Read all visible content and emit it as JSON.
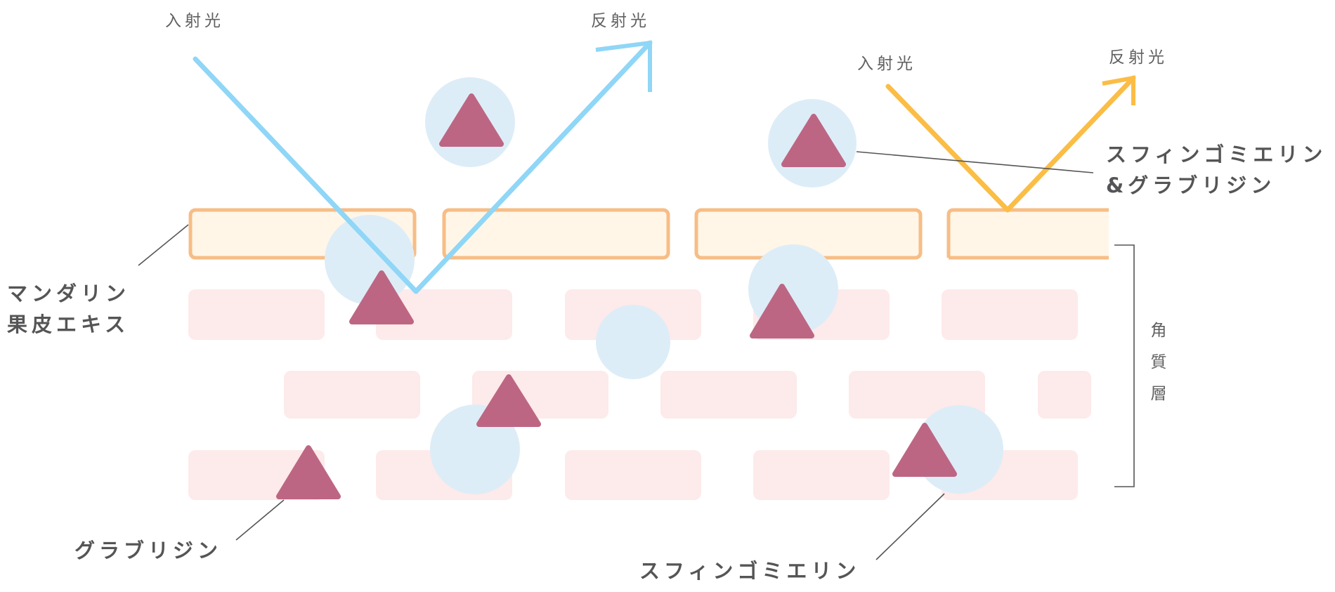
{
  "labels": {
    "incident_left": "入射光",
    "reflected_left": "反射光",
    "incident_right": "入射光",
    "reflected_right": "反射光",
    "sphingo_glabri_line1": "スフィンゴミエリン",
    "sphingo_glabri_line2": "&グラブリジン",
    "mandarin_line1": "マンダリン",
    "mandarin_line2": "果皮エキス",
    "stratum": [
      "角",
      "質",
      "層"
    ],
    "glabridin": "グラブリジン",
    "sphingomyelin": "スフィンゴミエリン"
  },
  "colors": {
    "reflected_light_left": "#8fd6f7",
    "reflected_light_right": "#fbbd45",
    "mandarin_layer_border": "#f7bd86",
    "mandarin_layer_fill": "#fff6e8",
    "cell_fill": "#fdeaea",
    "sphingomyelin_circle": "#ddedf7",
    "glabridin_triangle": "#bd6683",
    "leader_line": "#555555"
  }
}
